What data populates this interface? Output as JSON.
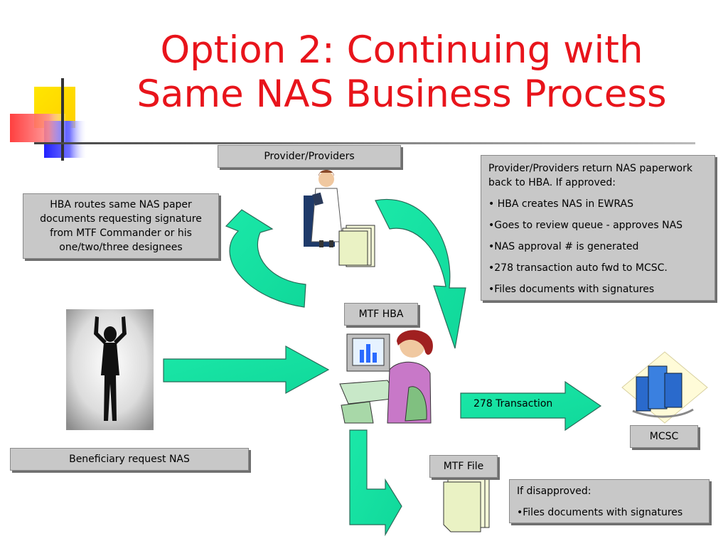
{
  "title": {
    "line1": "Option 2:  Continuing with",
    "line2": "Same NAS Business Process"
  },
  "labels": {
    "provider": "Provider/Providers",
    "mtf_hba": "MTF HBA",
    "mcsc": "MCSC",
    "mtf_file": "MTF File",
    "beneficiary": "Beneficiary request NAS",
    "transaction": "278 Transaction"
  },
  "hba_routes": {
    "text": "HBA routes same NAS paper documents requesting signature from MTF Commander or his one/two/three designees"
  },
  "approved_box": {
    "intro": "Provider/Providers return NAS paperwork back to HBA.  If approved:",
    "items": [
      "• HBA creates NAS in EWRAS",
      "•Goes to review queue - approves NAS",
      "•NAS approval # is generated",
      "•278 transaction auto fwd to MCSC.",
      "•Files documents with signatures"
    ]
  },
  "disapproved_box": {
    "intro": "If disapproved:",
    "items": [
      "•Files documents with signatures"
    ]
  },
  "colors": {
    "title": "#e8141b",
    "arrow_fill": "#14e8a6",
    "box_fill": "#c8c8c8"
  }
}
